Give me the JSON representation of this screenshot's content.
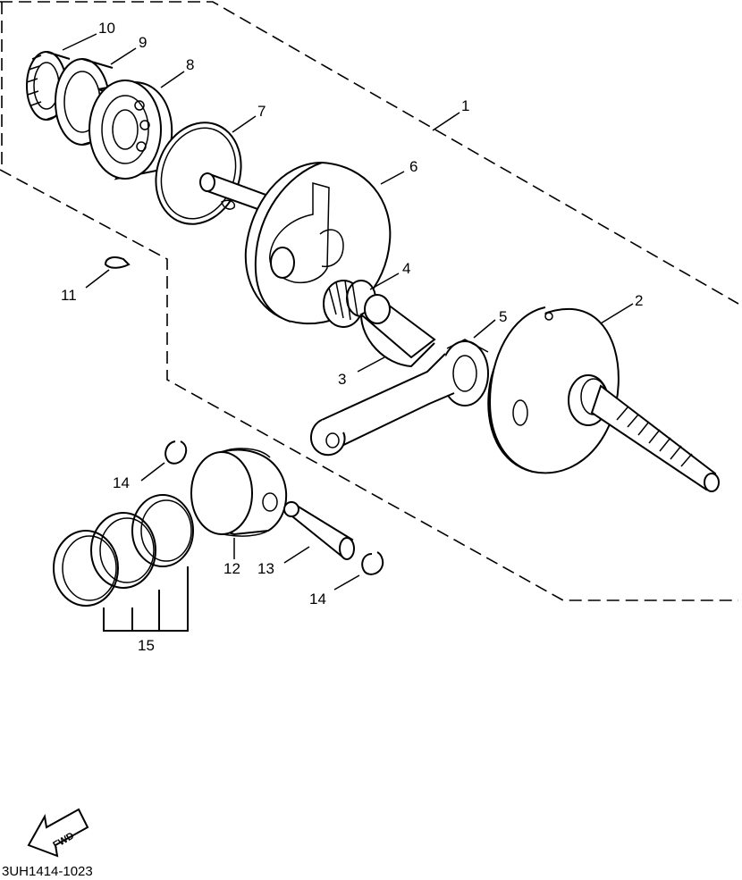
{
  "diagram": {
    "callouts": [
      {
        "id": "10",
        "label": "10"
      },
      {
        "id": "9",
        "label": "9"
      },
      {
        "id": "8",
        "label": "8"
      },
      {
        "id": "7",
        "label": "7"
      },
      {
        "id": "1",
        "label": "1"
      },
      {
        "id": "6",
        "label": "6"
      },
      {
        "id": "11",
        "label": "11"
      },
      {
        "id": "4",
        "label": "4"
      },
      {
        "id": "2",
        "label": "2"
      },
      {
        "id": "5",
        "label": "5"
      },
      {
        "id": "3",
        "label": "3"
      },
      {
        "id": "14a",
        "label": "14"
      },
      {
        "id": "12",
        "label": "12"
      },
      {
        "id": "13",
        "label": "13"
      },
      {
        "id": "14b",
        "label": "14"
      },
      {
        "id": "15",
        "label": "15"
      }
    ],
    "fwd_label": "FWD",
    "part_code": "3UH1414-1023"
  }
}
